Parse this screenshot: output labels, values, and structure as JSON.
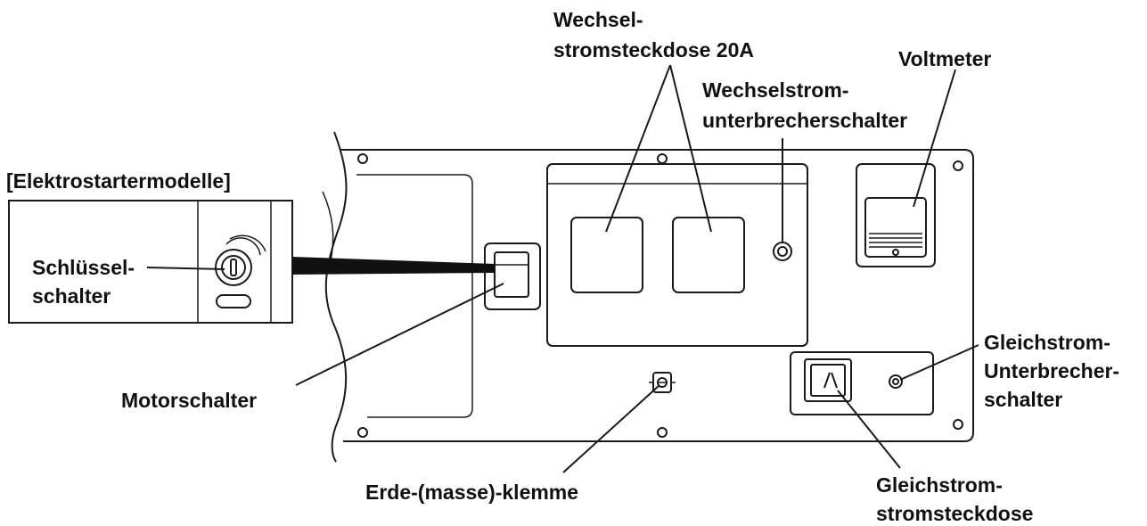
{
  "labels": {
    "wechsel_line1": "Wechsel-",
    "wechsel_line2": "stromsteckdose 20A",
    "voltmeter": "Voltmeter",
    "ac_breaker_line1": "Wechselstrom-",
    "ac_breaker_line2": "unterbrecherschalter",
    "electric_start_models": "[Elektrostartermodelle]",
    "key_switch_line1": "Schlüssel-",
    "key_switch_line2": "schalter",
    "engine_switch": "Motorschalter",
    "dc_breaker_line1": "Gleichstrom-",
    "dc_breaker_line2": "Unterbrecher-",
    "dc_breaker_line3": "schalter",
    "ground_terminal": "Erde-(masse)-klemme",
    "dc_outlet_line1": "Gleichstrom-",
    "dc_outlet_line2": "stromsteckdose"
  },
  "colors": {
    "ink": "#1a1a1a",
    "background": "#ffffff"
  },
  "icons": [
    "key-switch-icon",
    "engine-switch-icon",
    "ac-breaker-icon",
    "dc-breaker-icon",
    "ground-terminal-icon",
    "dc-outlet-icon",
    "voltmeter-icon"
  ]
}
